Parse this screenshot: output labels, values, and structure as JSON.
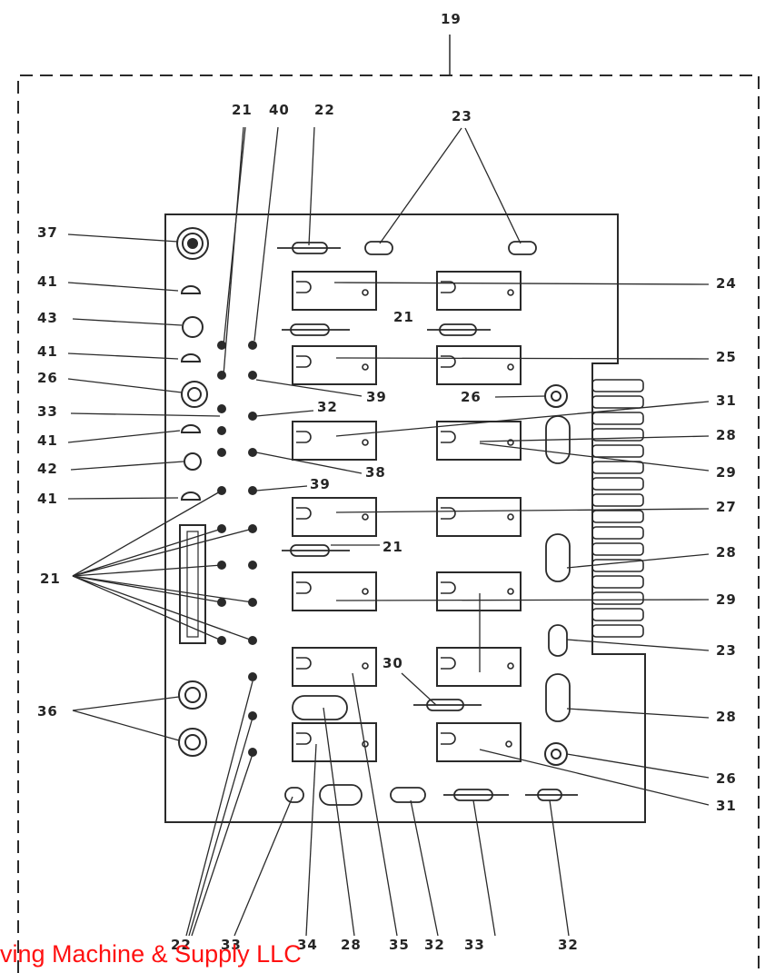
{
  "labels": {
    "n19": "19",
    "n21": "21",
    "n40": "40",
    "n22": "22",
    "n23": "23",
    "n37": "37",
    "n41": "41",
    "n43": "43",
    "n26": "26",
    "n33": "33",
    "n42": "42",
    "n36": "36",
    "n24": "24",
    "n25": "25",
    "n39": "39",
    "n32": "32",
    "n31": "31",
    "n28": "28",
    "n29": "29",
    "n38": "38",
    "n27": "27",
    "n30": "30",
    "n34": "34",
    "n35": "35"
  },
  "watermark": "ving Machine & Supply LLC",
  "colors": {
    "ink": "#262626",
    "watermark": "#ff1111"
  }
}
